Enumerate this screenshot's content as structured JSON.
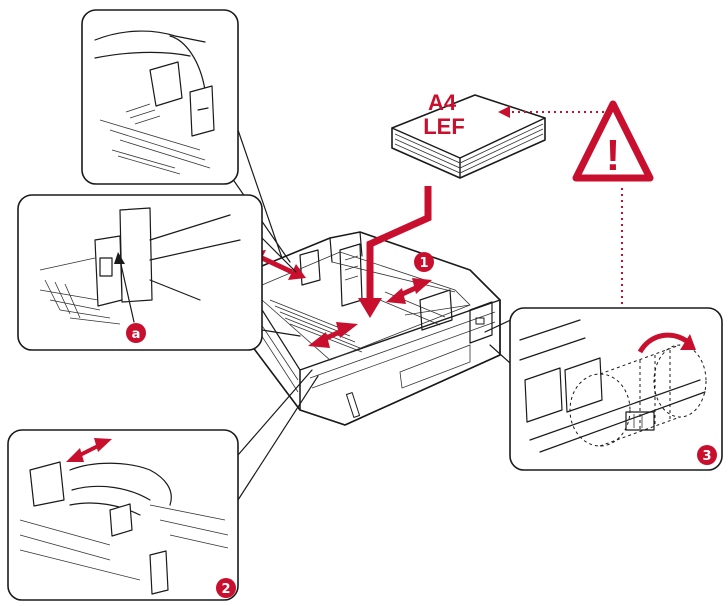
{
  "paper_label": {
    "line1": "A4",
    "line2": "LEF"
  },
  "markers": {
    "step1": "1",
    "step2": "2",
    "step3": "3",
    "callout_a": "a"
  },
  "warning": {
    "symbol": "!"
  },
  "colors": {
    "accent_red": "#c8102e",
    "line": "#1a1a1a"
  },
  "icons": {
    "warning": "warning-triangle-icon",
    "double_arrow": "double-arrow-icon",
    "down_arrow": "down-arrow-icon",
    "rotate_arrow": "rotate-arrow-icon"
  }
}
